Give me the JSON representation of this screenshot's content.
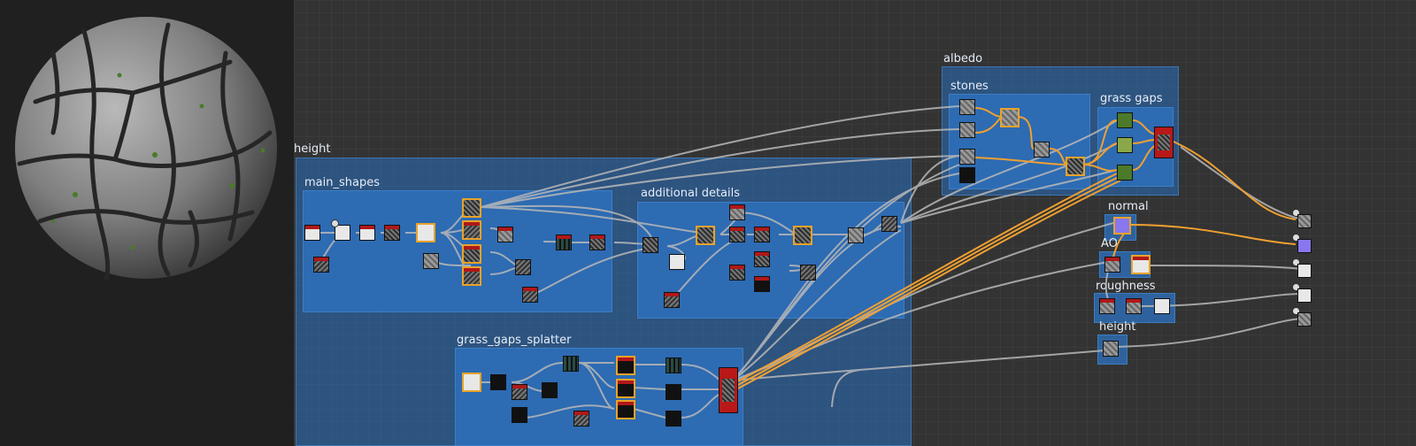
{
  "frames": {
    "height_main": "height",
    "main_shapes": "main_shapes",
    "additional_details": "additional details",
    "grass_gaps_splatter": "grass_gaps_splatter",
    "albedo": "albedo",
    "stones": "stones",
    "grass_gaps": "grass gaps",
    "normal": "normal",
    "ao": "AO",
    "roughness": "roughness",
    "height_out": "height"
  },
  "colors": {
    "frame": "#2f6fb5",
    "selected_border": "#e8a32a",
    "wire_gray": "#b8b8b8",
    "wire_orange": "#f0a030",
    "node_header_red": "#b01818",
    "background": "#333333"
  },
  "icons": {
    "viewport_preview": "stone-sphere-preview",
    "output_marker": "output-icon"
  }
}
